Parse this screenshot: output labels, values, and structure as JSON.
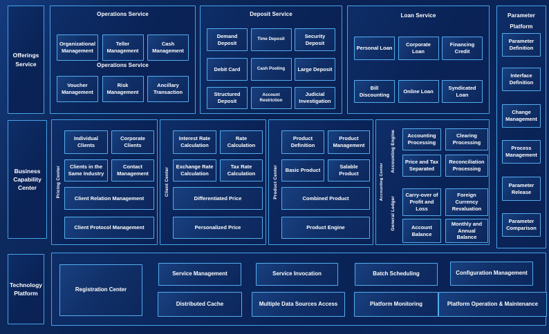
{
  "palette": {
    "bg": "#0a2154",
    "panel_border": "#46a5ea",
    "box_border": "#55aef0",
    "box_bg": "#113069",
    "text": "#ffffff"
  },
  "sidebar": {
    "offerings": "Offerings Service",
    "business": "Business Capability Center",
    "technology": "Technology Platform"
  },
  "operations": {
    "title": "Operations Service",
    "mid_title": "Operations Service",
    "row1": [
      "Organizational Management",
      "Teller Management",
      "Cash Management"
    ],
    "row2": [
      "Voucher Management",
      "Risk Management",
      "Ancillary Transaction"
    ]
  },
  "deposit": {
    "title": "Deposit Service",
    "row1": [
      "Demand Deposit",
      "Time Deposit",
      "Security Deposit"
    ],
    "row2": [
      "Debit Card",
      "Cash Pooling",
      "Large Deposit"
    ],
    "row3": [
      "Structured Deposit",
      "Account Restriction",
      "Judicial Investigation"
    ]
  },
  "loan": {
    "title": "Loan Service",
    "row1": [
      "Personal Loan",
      "Corporate Loan",
      "Financing Credit"
    ],
    "row2": [
      "Bill Discounting",
      "Online Loan",
      "Syndicated Loan"
    ]
  },
  "parameter_platform": {
    "title_line1": "Parameter",
    "title_line2": "Platform",
    "items": [
      "Parameter Definition",
      "Interface Definition",
      "Change Management",
      "Process Management",
      "Parameter Release",
      "Parameter Comparison"
    ]
  },
  "pricing_center": {
    "label": "Pricing Center",
    "row1": [
      "Individual Clients",
      "Corporate Clients"
    ],
    "row2": [
      "Clients in the Same Industry",
      "Contact Management"
    ],
    "wide1": "Client Relation Management",
    "wide2": "Client Protocol Management"
  },
  "client_center": {
    "label": "Client Center",
    "row1": [
      "Interest Rate Calculation",
      "Rate Calculation"
    ],
    "row2": [
      "Exchange Rate Calculation",
      "Tax Rate Calculation"
    ],
    "wide1": "Differentiated Price",
    "wide2": "Personalized Price"
  },
  "product_center": {
    "label": "Product Center",
    "row1": [
      "Product Definition",
      "Product Management"
    ],
    "row2": [
      "Basic Product",
      "Salable Product"
    ],
    "wide1": "Combined Product",
    "wide2": "Product Engine"
  },
  "accounting_center": {
    "label": "Accounting Center",
    "engine_label": "Accounting Engine",
    "ledger_label": "General Ledger",
    "engine_items": [
      "Accounting Processing",
      "Clearing Processing",
      "Price and Tax Separated",
      "Reconciliation Processing"
    ],
    "ledger_items": [
      "Carry-over of Profit and Loss",
      "Foreign Currency Revaluation",
      "Account Balance",
      "Monthly and Annual Balance"
    ]
  },
  "technology": {
    "registration": "Registration Center",
    "row1": [
      "Service Management",
      "Service Invocation",
      "Batch Scheduling",
      "Configuration Management"
    ],
    "row2": [
      "Distributed Cache",
      "Multiple Data Sources Access",
      "Platform Monitoring",
      "Platform Operation & Maintenance"
    ]
  }
}
